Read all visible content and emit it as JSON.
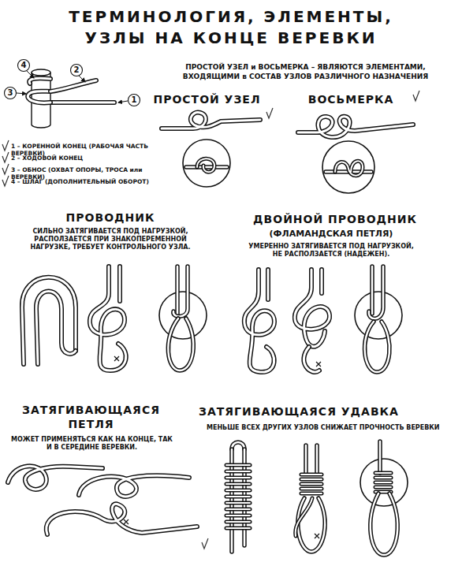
{
  "diagram": {
    "title": "ТЕРМИНОЛОГИЯ, ЭЛЕМЕНТЫ, УЗЛЫ НА КОНЦЕ ВЕРЕВКИ",
    "labels": [
      "4",
      "2",
      "3",
      "1",
      "1 – КОРЕННОЙ КОНЕЦ (РАБОЧАЯ ЧАСТЬ ВЕРЕВКИ)",
      "2 – ХОДОВОЙ КОНЕЦ",
      "3 – ОБНОС (ОХВАТ ОПОРЫ, ТРОСА или ВЕРЕВКИ)",
      "4 – ШЛАГ (ДОПОЛНИТЕЛЬНЫЙ ОБОРОТ)",
      "ПРОСТОЙ УЗЕЛ и ВОСЬМЕРКА – ЯВЛЯЮТСЯ ЭЛЕМЕНТАМИ, ВХОДЯЩИМИ в СОСТАВ УЗЛОВ РАЗЛИЧНОГО НАЗНАЧЕНИЯ",
      "ПРОСТОЙ УЗЕЛ",
      "ВОСЬМЕРКА",
      "ПРОВОДНИК",
      "СИЛЬНО ЗАТЯГИВАЕТСЯ ПОД НАГРУЗКОЙ, РАСПОЛЗАЕТСЯ ПРИ ЗНАКОПЕРЕМЕННОЙ НАГРУЗКЕ, ТРЕБУЕТ КОНТРОЛЬНОГО УЗЛА.",
      "ДВОЙНОЙ ПРОВОДНИК",
      "(ФЛАМАНДСКАЯ ПЕТЛЯ)",
      "УМЕРЕННО ЗАТЯГИВАЕТСЯ ПОД НАГРУЗКОЙ, НЕ РАСПОЛЗАЕТСЯ (НАДЕЖЕН).",
      "ЗАТЯГИВАЮЩАЯСЯ ПЕТЛЯ",
      "МОЖЕТ ПРИМЕНЯТЬСЯ КАК НА КОНЦЕ, ТАК И В СЕРЕДИНЕ ВЕРЕВКИ.",
      "ЗАТЯГИВАЮЩАЯСЯ УДАВКА",
      "МЕНЬШЕ ВСЕХ ДРУГИХ УЗЛОВ СНИЖАЕТ ПРОЧНОСТЬ ВЕРЕВКИ"
    ]
  }
}
